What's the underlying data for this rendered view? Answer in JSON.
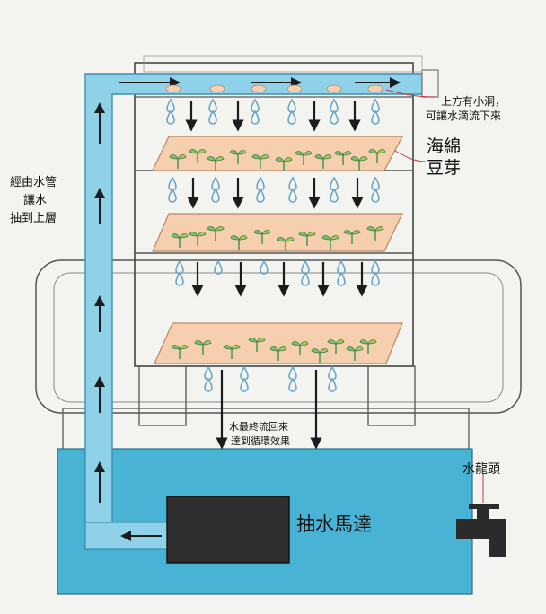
{
  "labels": {
    "hole_note_line1": "上方有小洞，",
    "hole_note_line2": "可讓水滴流下來",
    "sponge": "海綿",
    "sprout": "豆芽",
    "pipe_note_line1": "經由水管",
    "pipe_note_line2": "讓水",
    "pipe_note_line3": "抽到上層",
    "recycle_line1": "水最終流回來",
    "recycle_line2": "達到循環效果",
    "faucet": "水龍頭",
    "pump": "抽水馬達"
  },
  "colors": {
    "water": "#49b3d6",
    "pipe": "#8ed1e8",
    "tray": "#f6cfae",
    "pump": "#2e2e2e",
    "faucet": "#2b2b2b",
    "sprout": "#4f9a5c",
    "drop": "#6aa6c8",
    "red_note": "#cc3344"
  },
  "icons": [
    "sprout-icon",
    "water-drop-icon",
    "down-arrow-icon",
    "up-arrow-icon",
    "faucet-icon",
    "pump-icon"
  ]
}
